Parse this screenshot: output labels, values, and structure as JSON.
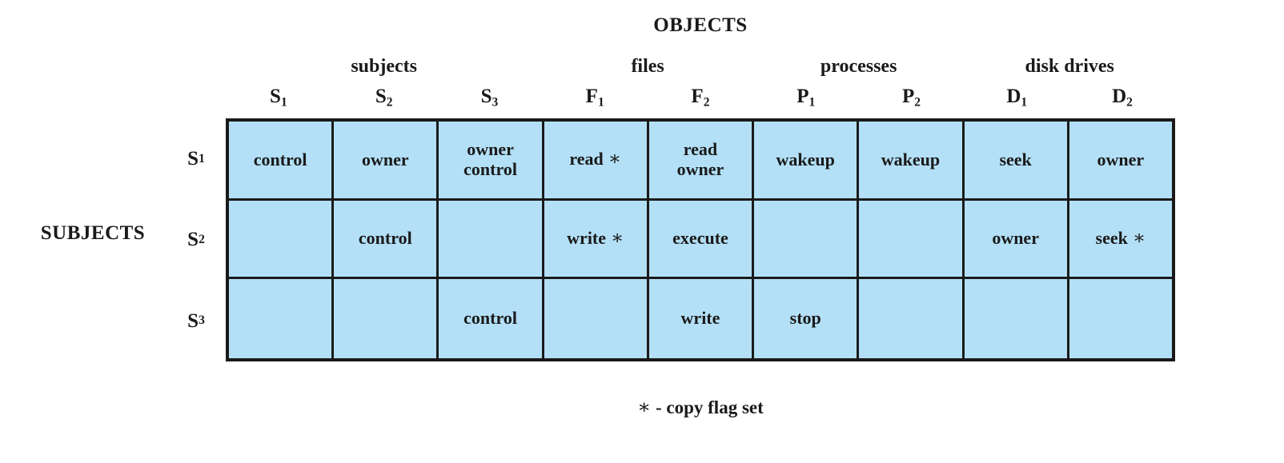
{
  "titles": {
    "objects": "OBJECTS",
    "subjects": "SUBJECTS"
  },
  "column_groups": [
    {
      "label": "subjects",
      "span": 3
    },
    {
      "label": "files",
      "span": 2
    },
    {
      "label": "processes",
      "span": 2
    },
    {
      "label": "disk drives",
      "span": 2
    }
  ],
  "columns": [
    {
      "base": "S",
      "sub": "1"
    },
    {
      "base": "S",
      "sub": "2"
    },
    {
      "base": "S",
      "sub": "3"
    },
    {
      "base": "F",
      "sub": "1"
    },
    {
      "base": "F",
      "sub": "2"
    },
    {
      "base": "P",
      "sub": "1"
    },
    {
      "base": "P",
      "sub": "2"
    },
    {
      "base": "D",
      "sub": "1"
    },
    {
      "base": "D",
      "sub": "2"
    }
  ],
  "rows": [
    {
      "base": "S",
      "sub": "1"
    },
    {
      "base": "S",
      "sub": "2"
    },
    {
      "base": "S",
      "sub": "3"
    }
  ],
  "matrix": [
    [
      {
        "text": "control",
        "flag": false
      },
      {
        "text": "owner",
        "flag": false
      },
      {
        "text": "owner\ncontrol",
        "flag": false
      },
      {
        "text": "read",
        "flag": true
      },
      {
        "text": "read\nowner",
        "flag": false
      },
      {
        "text": "wakeup",
        "flag": false
      },
      {
        "text": "wakeup",
        "flag": false
      },
      {
        "text": "seek",
        "flag": false
      },
      {
        "text": "owner",
        "flag": false
      }
    ],
    [
      {
        "text": "",
        "flag": false
      },
      {
        "text": "control",
        "flag": false
      },
      {
        "text": "",
        "flag": false
      },
      {
        "text": "write",
        "flag": true
      },
      {
        "text": "execute",
        "flag": false
      },
      {
        "text": "",
        "flag": false
      },
      {
        "text": "",
        "flag": false
      },
      {
        "text": "owner",
        "flag": false
      },
      {
        "text": "seek",
        "flag": true
      }
    ],
    [
      {
        "text": "",
        "flag": false
      },
      {
        "text": "",
        "flag": false
      },
      {
        "text": "control",
        "flag": false
      },
      {
        "text": "",
        "flag": false
      },
      {
        "text": "write",
        "flag": false
      },
      {
        "text": "stop",
        "flag": false
      },
      {
        "text": "",
        "flag": false
      },
      {
        "text": "",
        "flag": false
      },
      {
        "text": "",
        "flag": false
      }
    ]
  ],
  "flag_symbol": "∗",
  "footnote": "- copy flag set",
  "colors": {
    "cell_fill": "#b3e0f7",
    "grid_line": "#1a1a1a",
    "text": "#1a1a1a",
    "background": "#ffffff"
  }
}
